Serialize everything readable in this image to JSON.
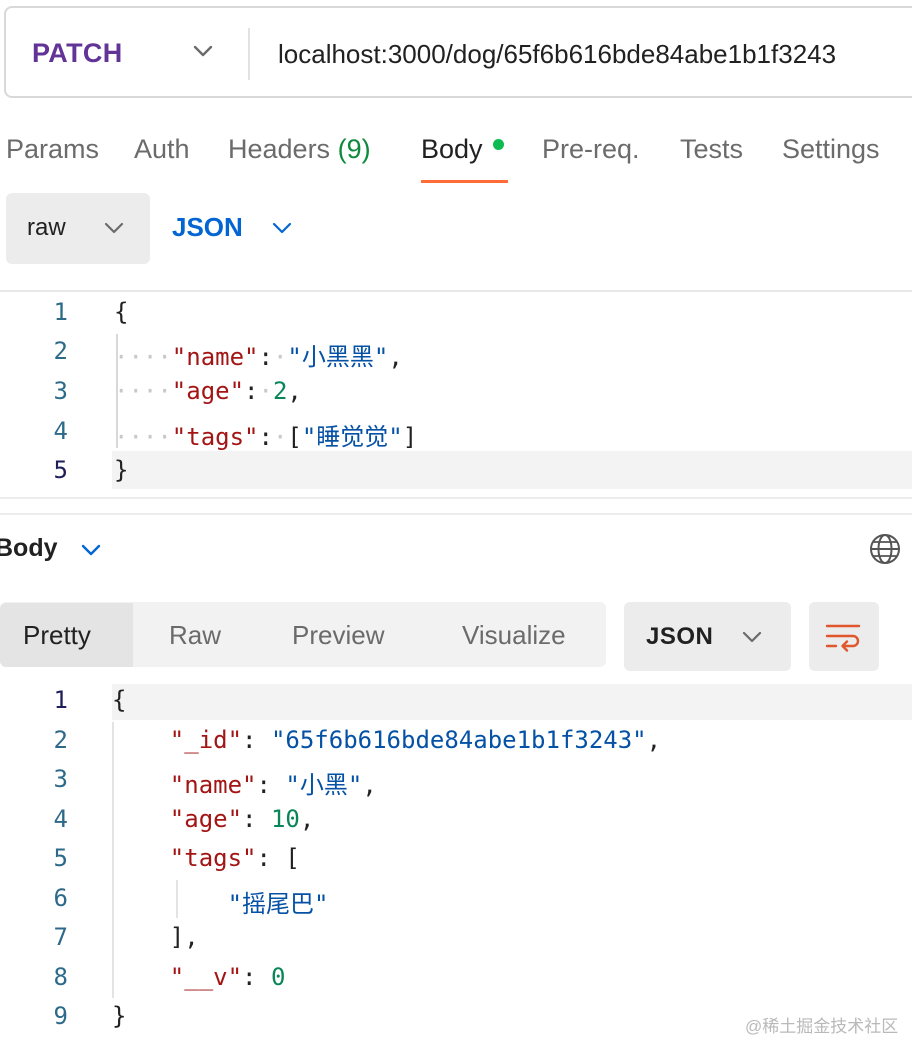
{
  "request": {
    "method": "PATCH",
    "url": "localhost:3000/dog/65f6b616bde84abe1b1f3243"
  },
  "tabs": [
    {
      "label": "Params"
    },
    {
      "label": "Auth"
    },
    {
      "label": "Headers",
      "count": "(9)"
    },
    {
      "label": "Body",
      "active": true
    },
    {
      "label": "Pre-req."
    },
    {
      "label": "Tests"
    },
    {
      "label": "Settings"
    }
  ],
  "body_mode": {
    "type": "raw",
    "format": "JSON"
  },
  "request_body": {
    "line_numbers": [
      "1",
      "2",
      "3",
      "4",
      "5"
    ],
    "open_brace": "{",
    "close_brace": "}",
    "name_key": "\"name\"",
    "name_value": "\"小黑黑\"",
    "age_key": "\"age\"",
    "age_value": "2",
    "tags_key": "\"tags\"",
    "tags_value": "\"睡觉觉\""
  },
  "response": {
    "title": "Body",
    "view_tabs": [
      "Pretty",
      "Raw",
      "Preview",
      "Visualize"
    ],
    "active_view": "Pretty",
    "format": "JSON",
    "line_numbers": [
      "1",
      "2",
      "3",
      "4",
      "5",
      "6",
      "7",
      "8",
      "9"
    ],
    "open_brace": "{",
    "close_brace": "}",
    "id_key": "\"_id\"",
    "id_value": "\"65f6b616bde84abe1b1f3243\"",
    "name_key": "\"name\"",
    "name_value": "\"小黑\"",
    "age_key": "\"age\"",
    "age_value": "10",
    "tags_key": "\"tags\"",
    "tags_item": "\"摇尾巴\"",
    "v_key": "\"__v\"",
    "v_value": "0"
  },
  "icons": {
    "method_dropdown": "chevron-down-icon",
    "globe": "globe-icon",
    "wrap": "wrap-lines-icon"
  },
  "colors": {
    "method": "#623497",
    "accent": "#ff6c37",
    "link_blue": "#0265d2",
    "dot_green": "#0cbb52"
  },
  "watermark": "@稀土掘金技术社区"
}
